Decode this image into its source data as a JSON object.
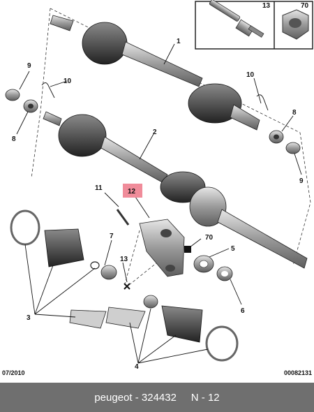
{
  "callouts": {
    "c1": "1",
    "c2": "2",
    "c3": "3",
    "c4": "4",
    "c5": "5",
    "c6": "6",
    "c7": "7",
    "c8_left": "8",
    "c8_right": "8",
    "c9_left": "9",
    "c9_right": "9",
    "c10_left": "10",
    "c10_right": "10",
    "c11": "11",
    "c12": "12",
    "c13": "13",
    "c13_inset": "13",
    "c70": "70",
    "c70_inset": "70"
  },
  "highlight_color": "#f08c9a",
  "date_code": "07/2010",
  "ref_number": "00082131",
  "footer_text": "peugeot - 324432     N - 12"
}
